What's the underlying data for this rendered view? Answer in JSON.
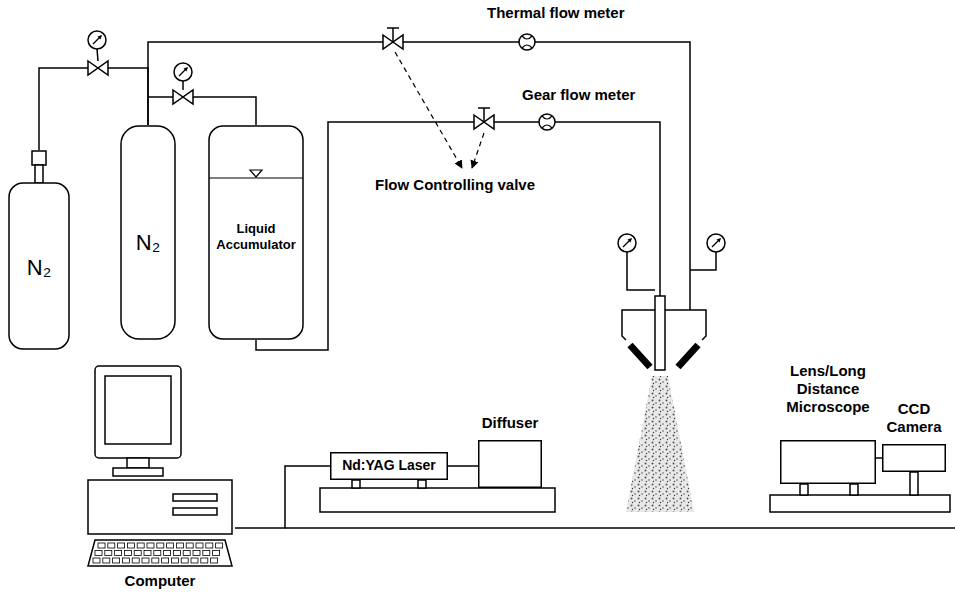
{
  "diagram": {
    "nodes": [
      {
        "text": [
          "N₂"
        ]
      },
      {
        "text": [
          "N₂"
        ]
      },
      {
        "text": [
          "Liquid Accumulator"
        ]
      },
      {
        "text": [
          "Diffuser"
        ]
      },
      {
        "text": [
          "Lens/Long Distance Microscope"
        ]
      },
      {
        "text": [
          "CCD Camera"
        ]
      },
      {
        "text": [
          "Nd:YAG Laser"
        ]
      },
      {
        "text": [
          "Computer"
        ]
      }
    ],
    "edges": [
      {
        "from": 0,
        "to": 1,
        "arrow": "none"
      },
      {
        "from": 1,
        "to": 2,
        "arrow": "none"
      },
      {
        "from": 6,
        "to": 3,
        "arrow": "none"
      },
      {
        "from": 4,
        "to": 5,
        "arrow": "none"
      },
      {
        "from": 7,
        "to": 6,
        "arrow": "none"
      }
    ],
    "labels": [
      "Thermal flow meter",
      "Gear flow meter",
      "Flow Controlling valve"
    ]
  }
}
